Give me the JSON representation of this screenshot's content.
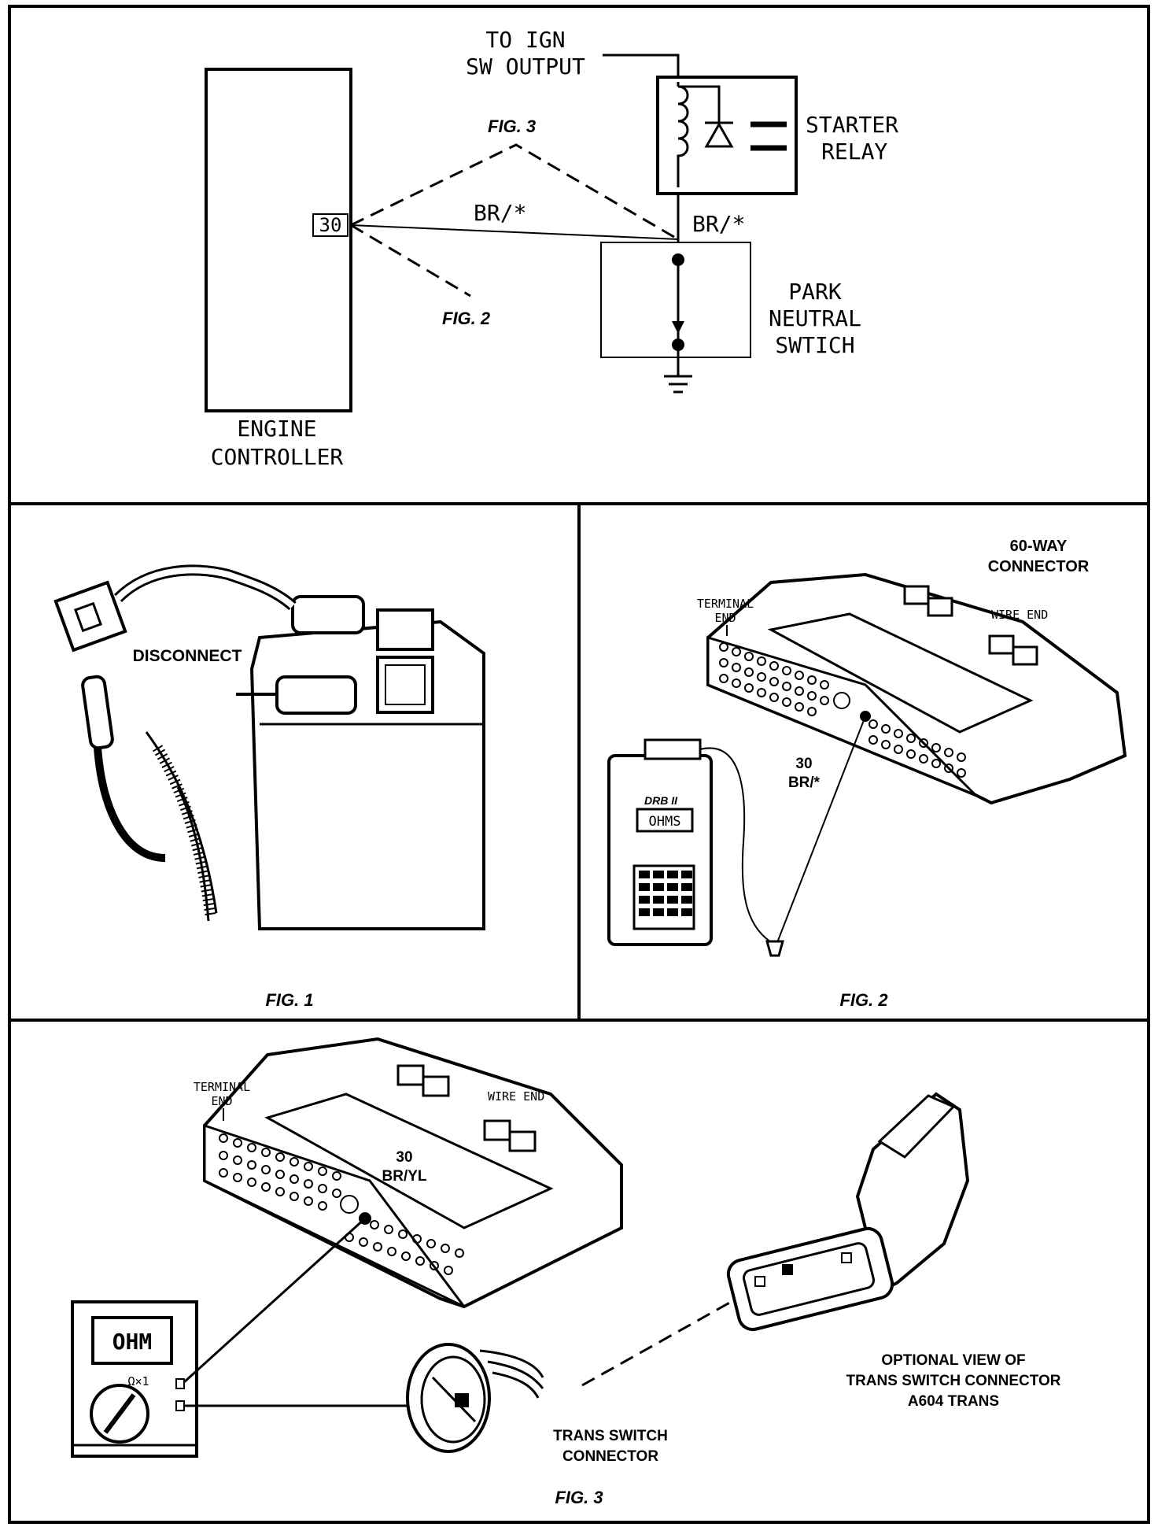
{
  "schematic": {
    "ign_label_line1": "TO IGN",
    "ign_label_line2": "SW OUTPUT",
    "starter_relay_line1": "STARTER",
    "starter_relay_line2": "RELAY",
    "fig3_ref": "FIG. 3",
    "fig2_ref": "FIG. 2",
    "pin_number": "30",
    "wire_label_left": "BR/*",
    "wire_label_right": "BR/*",
    "park_neutral_line1": "PARK",
    "park_neutral_line2": "NEUTRAL",
    "park_neutral_line3": "SWTICH",
    "engine_controller_line1": "ENGINE",
    "engine_controller_line2": "CONTROLLER"
  },
  "fig1": {
    "disconnect_label": "DISCONNECT",
    "caption": "FIG. 1"
  },
  "fig2": {
    "connector_line1": "60-WAY",
    "connector_line2": "CONNECTOR",
    "terminal_end_line1": "TERMINAL",
    "terminal_end_line2": "END",
    "wire_end": "WIRE END",
    "pin_number": "30",
    "pin_wire": "BR/*",
    "tester_brand": "DRB II",
    "tester_display": "OHMS",
    "caption": "FIG. 2"
  },
  "fig3": {
    "terminal_end_line1": "TERMINAL",
    "terminal_end_line2": "END",
    "wire_end": "WIRE END",
    "pin_number": "30",
    "pin_wire": "BR/YL",
    "meter_display": "OHM",
    "meter_range": "Ω×1",
    "trans_switch_line1": "TRANS SWITCH",
    "trans_switch_line2": "CONNECTOR",
    "optional_line1": "OPTIONAL VIEW OF",
    "optional_line2": "TRANS SWITCH CONNECTOR",
    "optional_line3": "A604 TRANS",
    "caption": "FIG. 3"
  }
}
